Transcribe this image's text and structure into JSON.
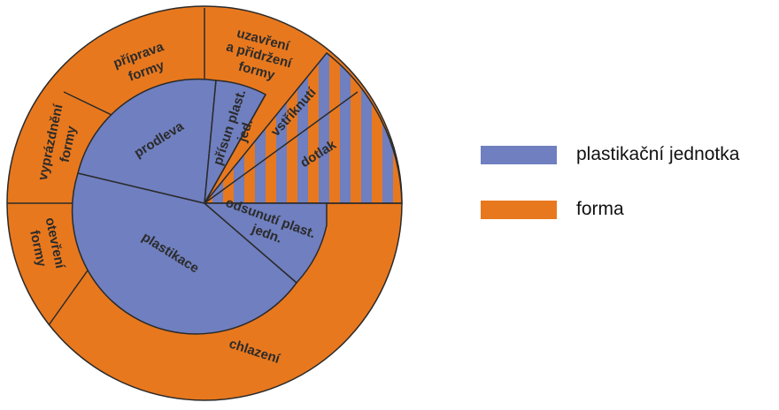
{
  "colors": {
    "plastic_unit": "#6f7fbf",
    "mold": "#e8781e",
    "outline": "#2a2a2a"
  },
  "legend": {
    "plastic_unit": "plastikační jednotka",
    "mold": "forma"
  },
  "inner_segments": {
    "prodleva": "prodleva",
    "prisun_l1": "přísun plast.",
    "prisun_l2": "jed.",
    "vstriknuti": "vstříknutí",
    "dotlak": "dotlak",
    "odsunuti_l1": "odsunutí plast.",
    "odsunuti_l2": "jedn.",
    "plastikace": "plastikace"
  },
  "outer_segments": {
    "priprava_l1": "příprava",
    "priprava_l2": "formy",
    "uzavreni_l1": "uzavření",
    "uzavreni_l2": "a přidržení",
    "uzavreni_l3": "formy",
    "vyprazdneni_l1": "vyprázdnění",
    "vyprazdneni_l2": "formy",
    "otevreni_l1": "otevření",
    "otevreni_l2": "formy",
    "chlazeni": "chlazení"
  }
}
